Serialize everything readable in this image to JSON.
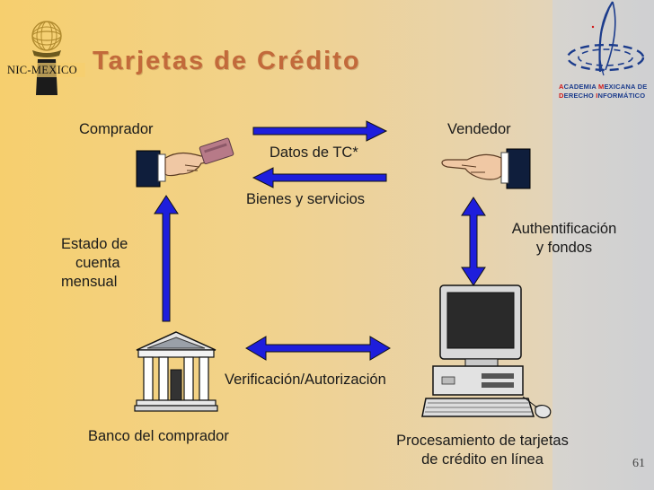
{
  "slide": {
    "title": "Tarjetas de Crédito",
    "page_number": "61"
  },
  "logos": {
    "nic": {
      "text": "NIC-MEXICO"
    },
    "amdi": {
      "line1_first_letter": "A",
      "line1_rest": "CADEMIA ",
      "line1_second_letter": "M",
      "line1_tail": "EXICANA DE",
      "line2_first_letter": "D",
      "line2_rest": "ERECHO ",
      "line2_second_letter": "I",
      "line2_tail": "NFORMÁTICO"
    }
  },
  "diagram": {
    "nodes": {
      "buyer": "Comprador",
      "seller": "Vendedor",
      "buyer_bank": "Banco del comprador",
      "processor_line1": "Procesamiento de tarjetas",
      "processor_line2": "de crédito en línea"
    },
    "flows": {
      "card_data": "Datos de TC*",
      "goods": "Bienes y servicios",
      "auth_line1": "Authentificación",
      "auth_line2": "y fondos",
      "statement_line1": "Estado de",
      "statement_line2": "cuenta",
      "statement_line3": "mensual",
      "verification": "Verificación/Autorización"
    }
  },
  "colors": {
    "arrow_fill": "#1e1edc",
    "title": "#c26a3b",
    "amdi_blue": "#1c3c8c",
    "amdi_red": "#d01818"
  }
}
